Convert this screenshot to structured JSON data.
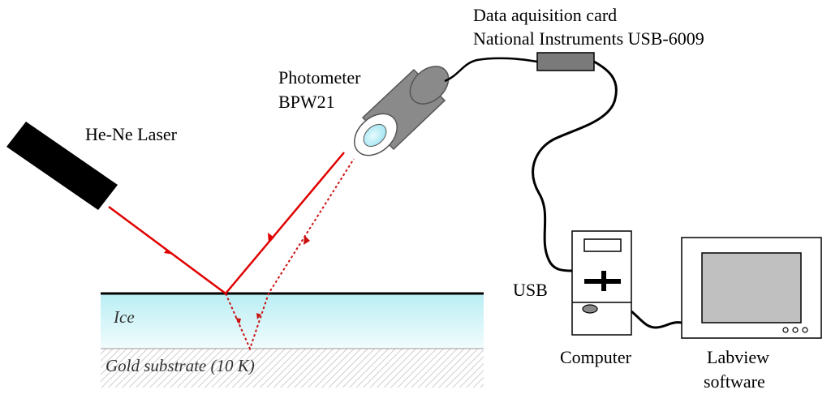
{
  "labels": {
    "laser": "He-Ne Laser",
    "photometer_line1": "Photometer",
    "photometer_line2": "BPW21",
    "daq_line1": "Data aquisition card",
    "daq_line2": "National Instruments USB-6009",
    "usb": "USB",
    "computer": "Computer",
    "labview_line1": "Labview",
    "labview_line2": "software",
    "ice": "Ice",
    "gold": "Gold substrate (10 K)"
  },
  "colors": {
    "beam": "#e00000",
    "reflected_beam": "#cc1111",
    "ice_top": "#b8eef4",
    "ice_bottom": "#f2fcfd",
    "body_gray": "#8a8a8a",
    "laser": "#000000",
    "screen": "#c0c0c0"
  }
}
